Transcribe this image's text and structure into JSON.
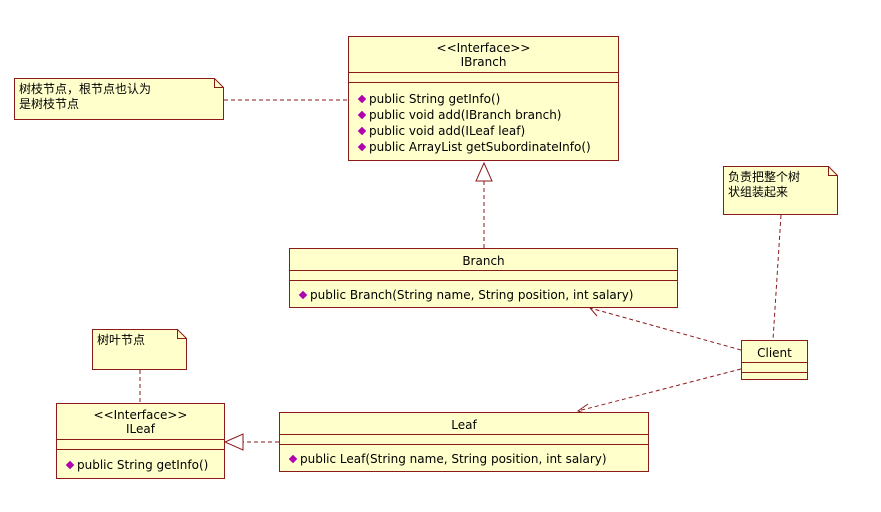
{
  "ibranch": {
    "stereotype": "<<Interface>>",
    "name": "IBranch",
    "ops": [
      "public String getInfo()",
      "public void add(IBranch branch)",
      "public void add(ILeaf leaf)",
      "public ArrayList getSubordinateInfo()"
    ]
  },
  "branch": {
    "name": "Branch",
    "ops": [
      "public Branch(String name, String position, int salary)"
    ]
  },
  "ileaf": {
    "stereotype": "<<Interface>>",
    "name": "ILeaf",
    "ops": [
      "public String getInfo()"
    ]
  },
  "leaf": {
    "name": "Leaf",
    "ops": [
      "public Leaf(String name, String position, int salary)"
    ]
  },
  "client": {
    "name": "Client"
  },
  "notes": {
    "branch_note": "树枝节点，根节点也认为\n是树枝节点",
    "leaf_note": "树叶节点",
    "client_note": "负责把整个树\n状组装起来"
  },
  "colors": {
    "box_fill": "#ffffcc",
    "box_border": "#8b1a1a",
    "operation_marker": "#b000b0",
    "connector": "#8b1a1a"
  }
}
